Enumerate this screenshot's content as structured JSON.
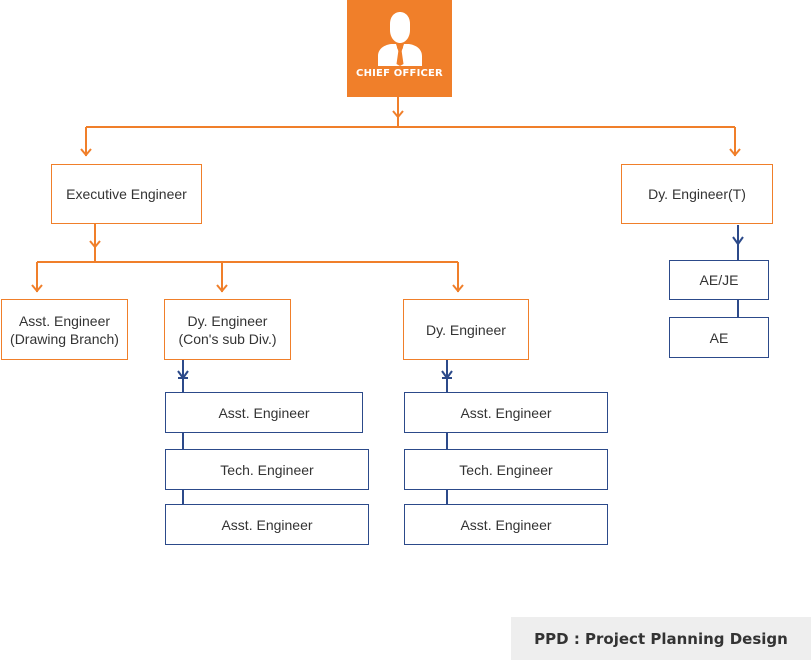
{
  "chief": {
    "label": "CHIEF OFFICER",
    "icon": "person-tie-icon"
  },
  "nodes": {
    "executive_engineer": "Executive Engineer",
    "dy_engineer_t": "Dy. Engineer(T)",
    "asst_engineer_drawing": "Asst. Engineer\n(Drawing Branch)",
    "dy_engineer_cons": "Dy. Engineer\n(Con's sub Div.)",
    "dy_engineer": "Dy. Engineer",
    "ae_je": "AE/JE",
    "ae": "AE",
    "cons_staff": [
      "Asst. Engineer",
      "Tech. Engineer",
      "Asst. Engineer"
    ],
    "dy_staff": [
      "Asst. Engineer",
      "Tech. Engineer",
      "Asst. Engineer"
    ]
  },
  "footer": {
    "text": "PPD : Project Planning Design"
  },
  "colors": {
    "orange": "#f07f2a",
    "blue": "#2c4a8a",
    "footer_bg": "#eeeeee"
  }
}
